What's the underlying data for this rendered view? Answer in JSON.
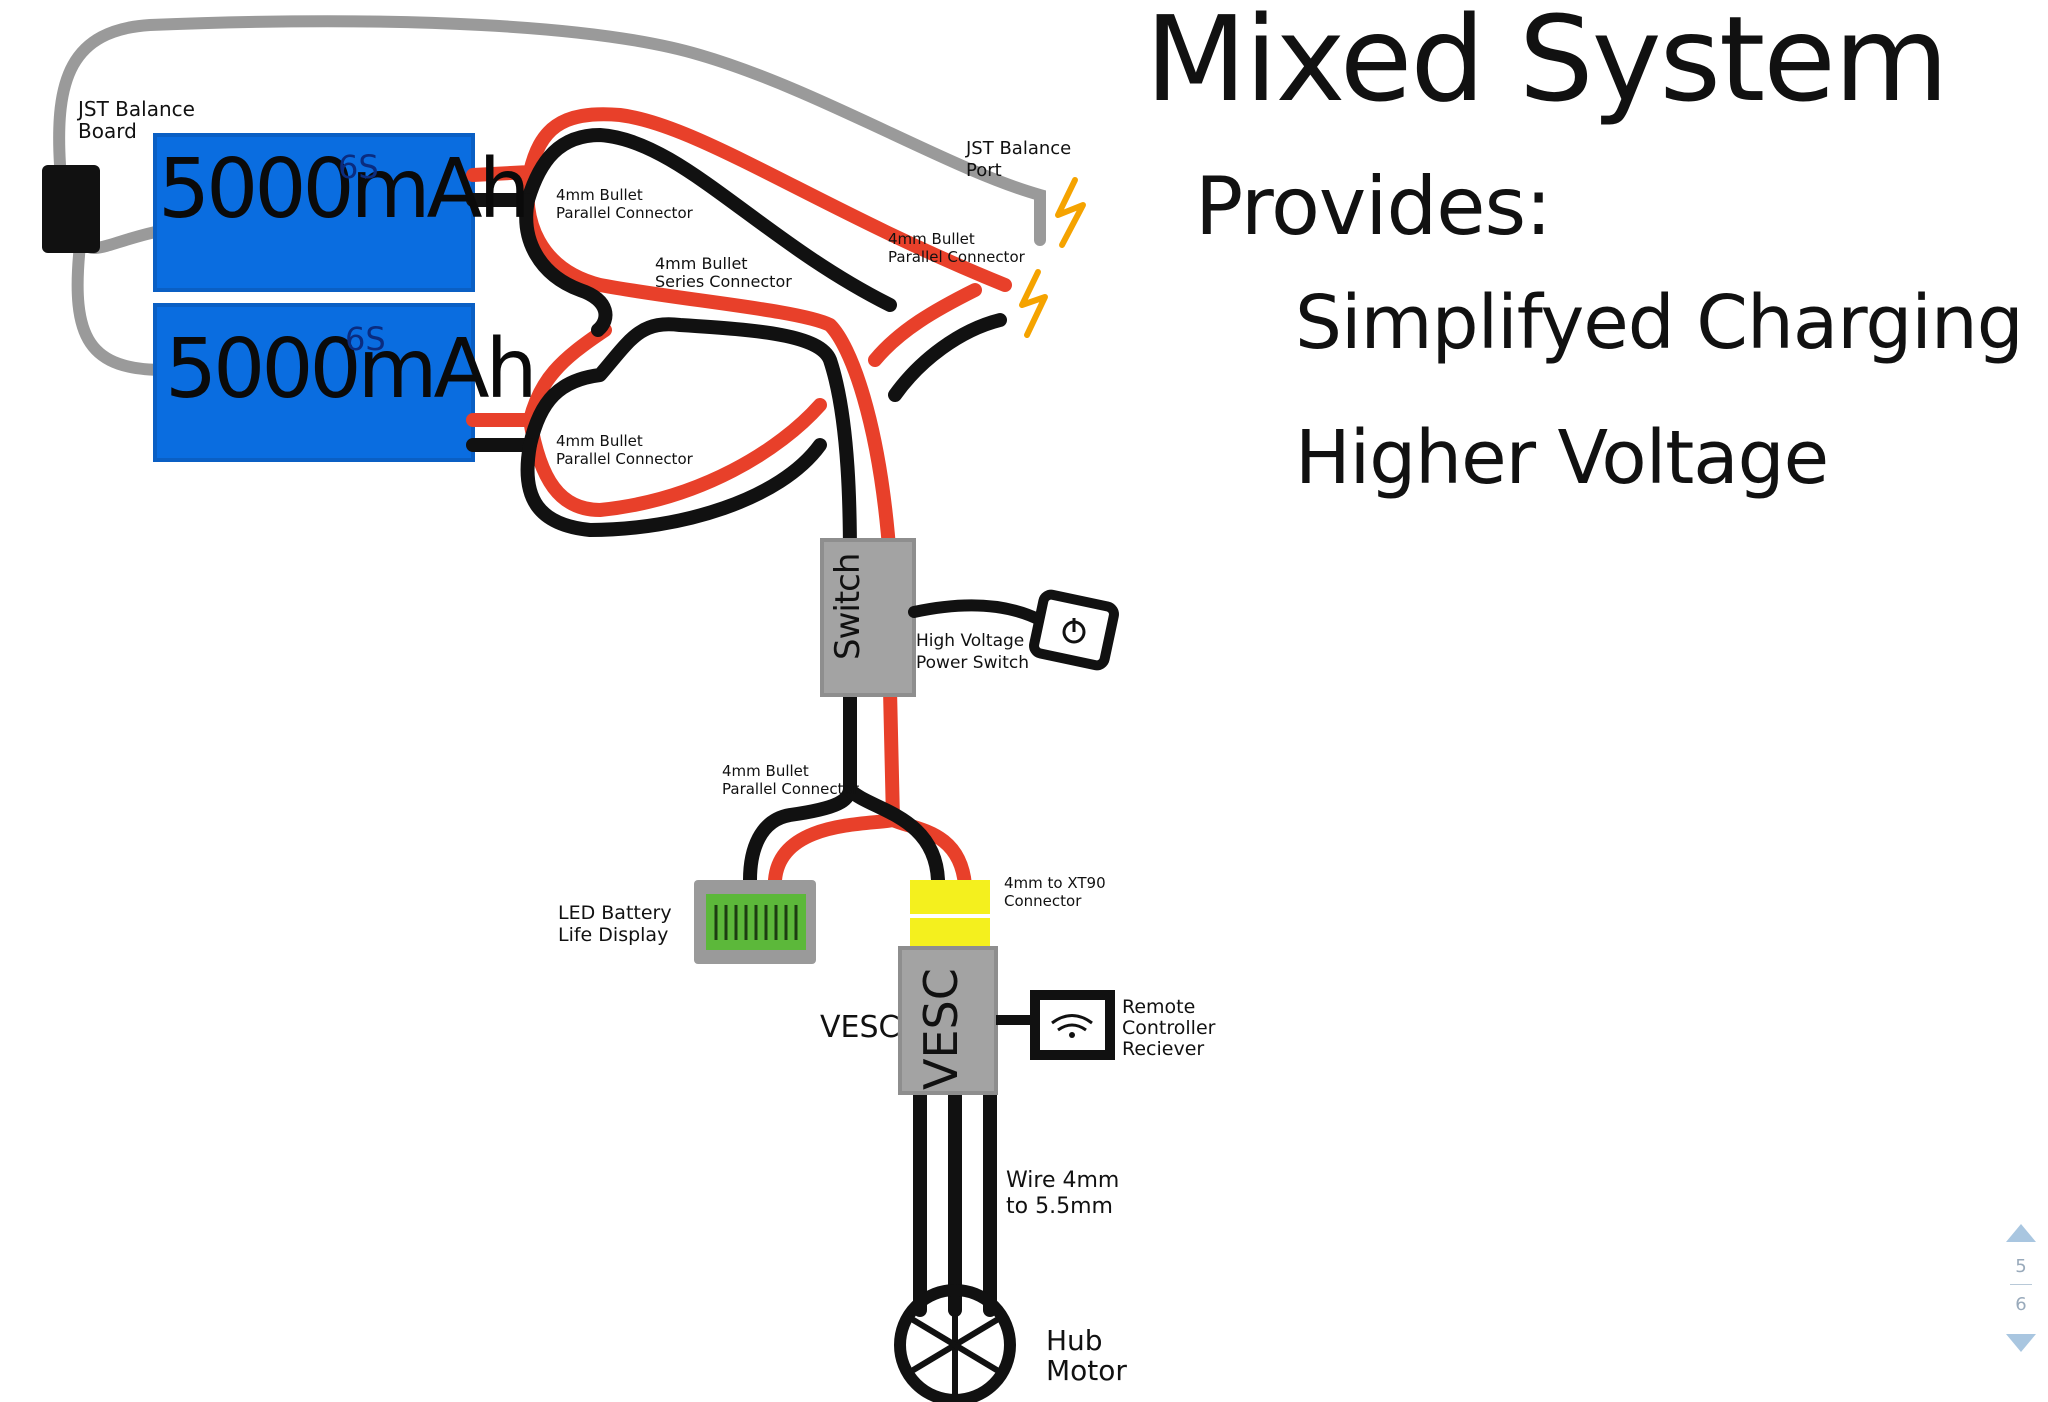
{
  "title": "Mixed System",
  "provides": {
    "heading": "Provides:",
    "items": [
      "Simplifyed Charging",
      "Higher Voltage"
    ]
  },
  "batteries": [
    {
      "capacity": "5000mAh",
      "cells": "6S"
    },
    {
      "capacity": "5000mAh",
      "cells": "6S"
    }
  ],
  "labels": {
    "jst_balance_board": "JST Balance\nBoard",
    "jst_balance_port": "JST Balance\nPort",
    "parallel_connector_top": "4mm Bullet\nParallel Connector",
    "series_connector": "4mm Bullet\nSeries Connector",
    "parallel_connector_charge": "4mm Bullet\nParallel Connector",
    "parallel_connector_bottom": "4mm Bullet\nParallel Connector",
    "switch": "Switch",
    "power_switch": "High Voltage\nPower Switch",
    "parallel_connector_output": "4mm Bullet\nParallel Connector",
    "led_display": "LED Battery\nLife Display",
    "xt90_connector": "4mm to XT90\nConnector",
    "vesc_side": "VESC",
    "vesc_box": "VESC",
    "remote_receiver": "Remote\nController\nReciever",
    "wire_size": "Wire 4mm\nto 5.5mm",
    "hub_motor": "Hub\nMotor"
  },
  "pagination": {
    "current": "5",
    "total": "6"
  },
  "colors": {
    "battery": "#0a6de0",
    "red_wire": "#e8402a",
    "black_wire": "#111111",
    "gray_wire": "#9a9a9a",
    "switch_box": "#a3a3a3",
    "led_display": "#5cb83a",
    "xt90": "#f4f01e",
    "charge_bolt": "#f5a300"
  }
}
